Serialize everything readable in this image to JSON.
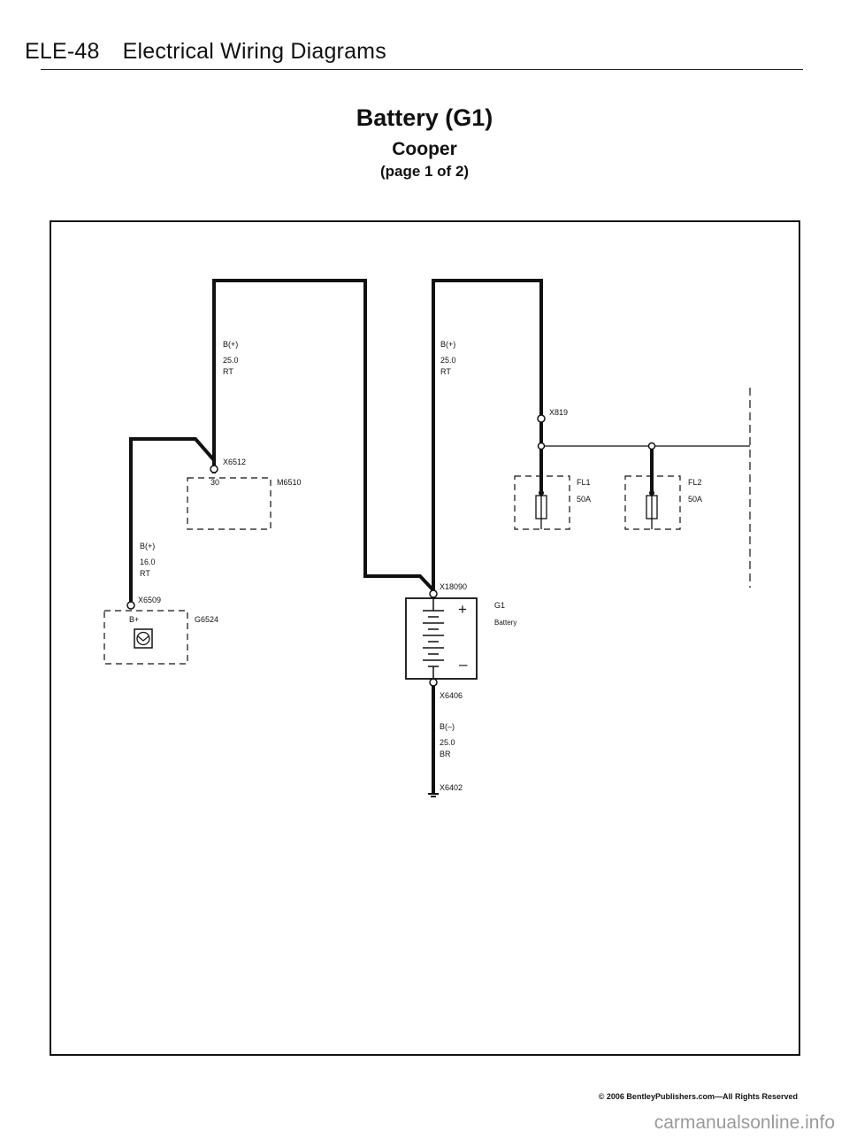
{
  "header": {
    "page_code": "ELE-48",
    "section": "Electrical Wiring Diagrams"
  },
  "title": {
    "main": "Battery (G1)",
    "model": "Cooper",
    "page": "(page 1 of 2)"
  },
  "wires": {
    "left_top": {
      "name": "B(+)",
      "size": "25.0",
      "color": "RT"
    },
    "center_top": {
      "name": "B(+)",
      "size": "25.0",
      "color": "RT"
    },
    "left_low": {
      "name": "B(+)",
      "size": "16.0",
      "color": "RT"
    },
    "ground": {
      "name": "B(–)",
      "size": "25.0",
      "color": "BR"
    }
  },
  "connectors": {
    "x6512": "X6512",
    "x6509": "X6509",
    "x819": "X819",
    "x18090": "X18090",
    "x6406": "X6406",
    "x6402": "X6402"
  },
  "components": {
    "m6510": {
      "id": "M6510",
      "pin": "30"
    },
    "g6524": {
      "id": "G6524",
      "pin": "B+"
    },
    "fl1": {
      "id": "FL1",
      "rating": "50A"
    },
    "fl2": {
      "id": "FL2",
      "rating": "50A"
    },
    "battery": {
      "id": "G1",
      "label": "Battery",
      "plus": "+",
      "minus": "–"
    }
  },
  "footer": {
    "copyright": "© 2006 BentleyPublishers.com—All Rights Reserved",
    "watermark": "carmanualsonline.info"
  }
}
